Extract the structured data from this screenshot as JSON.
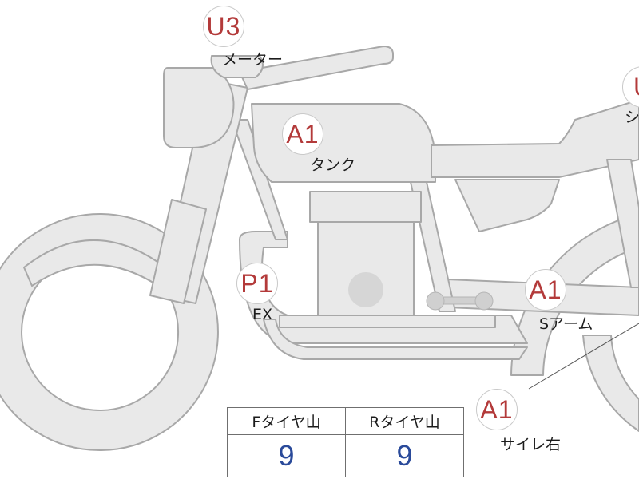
{
  "markers": [
    {
      "id": "meter",
      "code": "U3",
      "label": "メーター"
    },
    {
      "id": "tank",
      "code": "A1",
      "label": "タンク"
    },
    {
      "id": "seat",
      "code": "U",
      "label": "シ"
    },
    {
      "id": "exhaust",
      "code": "P1",
      "label": "EX"
    },
    {
      "id": "swingarm",
      "code": "A1",
      "label": "Sアーム"
    },
    {
      "id": "silencer",
      "code": "A1",
      "label": "サイレ右"
    }
  ],
  "tread_table": {
    "headers": [
      "Fタイヤ山",
      "Rタイヤ山"
    ],
    "values": [
      "9",
      "9"
    ]
  },
  "colors": {
    "body_fill": "#e9e9e9",
    "body_stroke": "#a8a8a8",
    "code_text": "#b33a3a",
    "value_text": "#2a4a9a"
  }
}
